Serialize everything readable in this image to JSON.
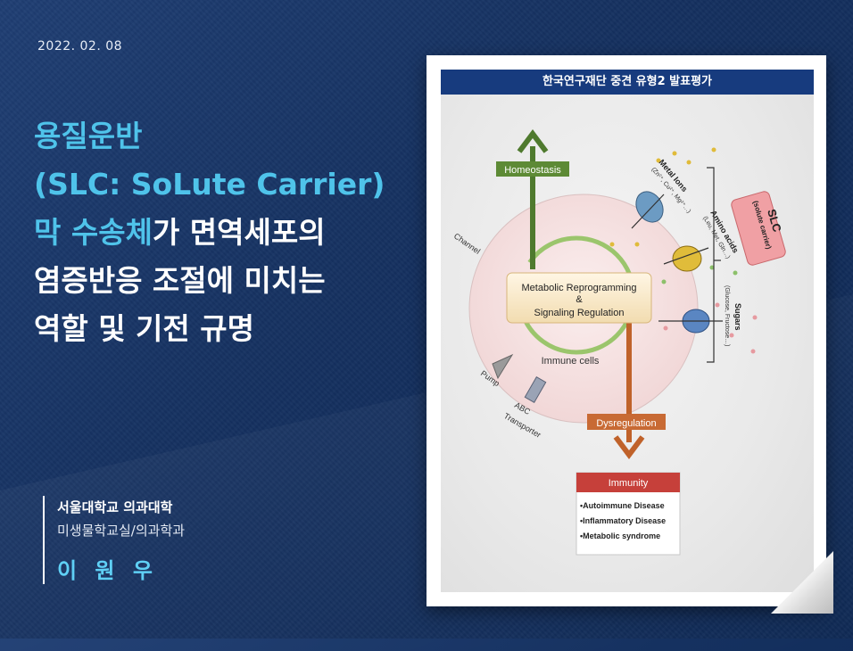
{
  "date": "2022. 02. 08",
  "title": {
    "line1": "용질운반",
    "line2": "(SLC: SoLute Carrier)",
    "line3_highlight": "막 수송체",
    "line3_rest": "가 면역세포의",
    "line4": "염증반응 조절에 미치는",
    "line5": "역할 및 기전 규명"
  },
  "affiliation": {
    "line1": "서울대학교 의과대학",
    "line2": "미생물학교실/의과학과",
    "name": "이 원 우"
  },
  "panel": {
    "header": "한국연구재단 중견 유형2 발표평가",
    "homeostasis": "Homeostasis",
    "dysregulation": "Dysregulation",
    "center_line1": "Metabolic Reprogramming",
    "center_line2": "&",
    "center_line3": "Signaling Regulation",
    "immune_cells": "Immune cells",
    "channel": "Channel",
    "pump": "Pump",
    "abc1": "ABC",
    "abc2": "Transporter",
    "metal_ions": "Metal Ions",
    "metal_ions_sub": "(Zn²⁺, Cu²⁺, Mg²⁺…)",
    "amino_acids": "Amino acids",
    "amino_acids_sub": "(Leu, Met, Gln…)",
    "sugars": "Sugars",
    "sugars_sub": "(Glucose, Fructose…)",
    "slc": "SLC",
    "slc_sub": "(solute carrier)",
    "immunity": "Immunity",
    "diseases": [
      "•Autoimmune Disease",
      "•Inflammatory Disease",
      "•Metabolic syndrome"
    ]
  },
  "colors": {
    "background": "#173566",
    "accent_cyan": "#4fc3ea",
    "homeostasis_green": "#4f7a2e",
    "dysregulation_orange": "#c0622a",
    "immunity_red": "#c6403a",
    "panel_header": "#173b7e"
  }
}
